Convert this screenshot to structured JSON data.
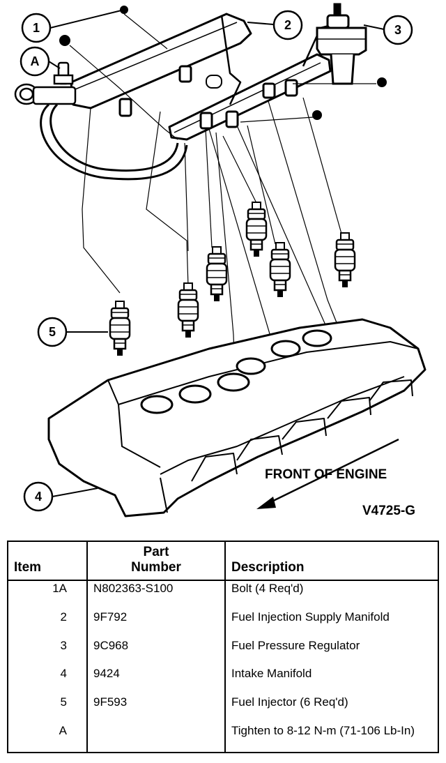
{
  "diagram": {
    "callouts": [
      "1",
      "2",
      "3",
      "A",
      "5",
      "4"
    ],
    "front_label": "FRONT OF ENGINE",
    "figure_code": "V4725-G"
  },
  "table": {
    "headers": {
      "item": "Item",
      "part_line1": "Part",
      "part_line2": "Number",
      "description": "Description"
    },
    "rows": [
      {
        "item": "1A",
        "part": "N802363-S100",
        "description": "Bolt (4 Req'd)"
      },
      {
        "item": "2",
        "part": "9F792",
        "description": "Fuel Injection Supply Manifold"
      },
      {
        "item": "3",
        "part": "9C968",
        "description": "Fuel Pressure Regulator"
      },
      {
        "item": "4",
        "part": "9424",
        "description": "Intake Manifold"
      },
      {
        "item": "5",
        "part": "9F593",
        "description": "Fuel Injector (6 Req'd)"
      },
      {
        "item": "A",
        "part": "",
        "description": "Tighten to 8-12 N-m (71-106 Lb-In)"
      }
    ]
  }
}
